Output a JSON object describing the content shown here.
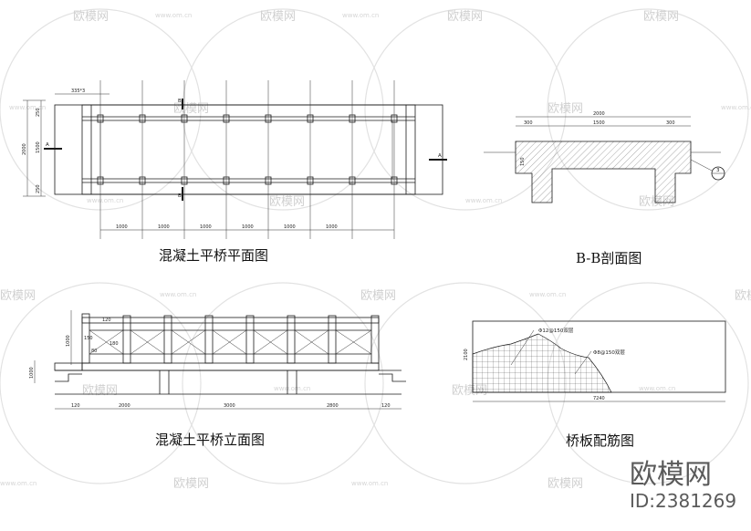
{
  "titles": {
    "plan": "混凝土平桥平面图",
    "section": "B-B剖面图",
    "elevation": "混凝土平桥立面图",
    "rebar": "桥板配筋图"
  },
  "plan": {
    "top_dim": "335*3",
    "span_dims": [
      "1000",
      "1000",
      "1000",
      "1000",
      "1000",
      "1000"
    ],
    "left_dims": [
      "2000",
      "1500",
      "250",
      "250"
    ],
    "section_mark_a": "A",
    "section_mark_b": "B"
  },
  "section": {
    "dims": [
      "300",
      "1500",
      "300"
    ],
    "overall": "2000",
    "left_dim": "150",
    "detail_no": "3"
  },
  "elevation": {
    "bottom_dims": [
      "120",
      "2000",
      "3000",
      "2800",
      "120"
    ],
    "left_dims": [
      "1000",
      "120",
      "150",
      "80",
      "180",
      "1000"
    ]
  },
  "rebar": {
    "label1": "Φ12@150双层",
    "label2": "Φ8@150双层",
    "width": "7240",
    "height": "2100"
  },
  "watermark": {
    "text": "欧模网",
    "url": "www.om.cn"
  },
  "brand": {
    "name": "欧模网",
    "id": "ID:2381269"
  }
}
